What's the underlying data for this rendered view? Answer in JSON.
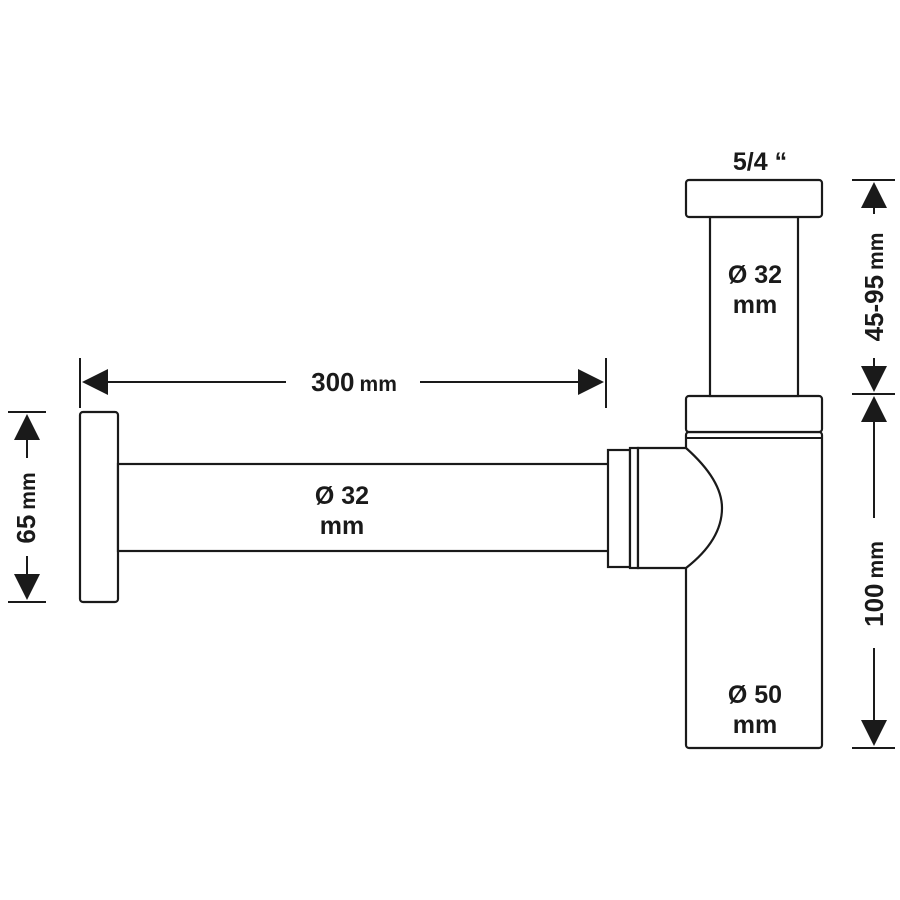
{
  "drawing": {
    "thread_size": "5/4 “",
    "dimensions": {
      "length_value": "300",
      "length_unit": "mm",
      "rosette_height_value": "65",
      "rosette_height_unit": "mm",
      "top_height_value": "45-95",
      "top_height_unit": "mm",
      "body_height_value": "100",
      "body_height_unit": "mm"
    },
    "diameters": {
      "horizontal_pipe_value": "Ø 32",
      "horizontal_pipe_unit": "mm",
      "vertical_pipe_value": "Ø 32",
      "vertical_pipe_unit": "mm",
      "body_value": "Ø 50",
      "body_unit": "mm"
    }
  }
}
